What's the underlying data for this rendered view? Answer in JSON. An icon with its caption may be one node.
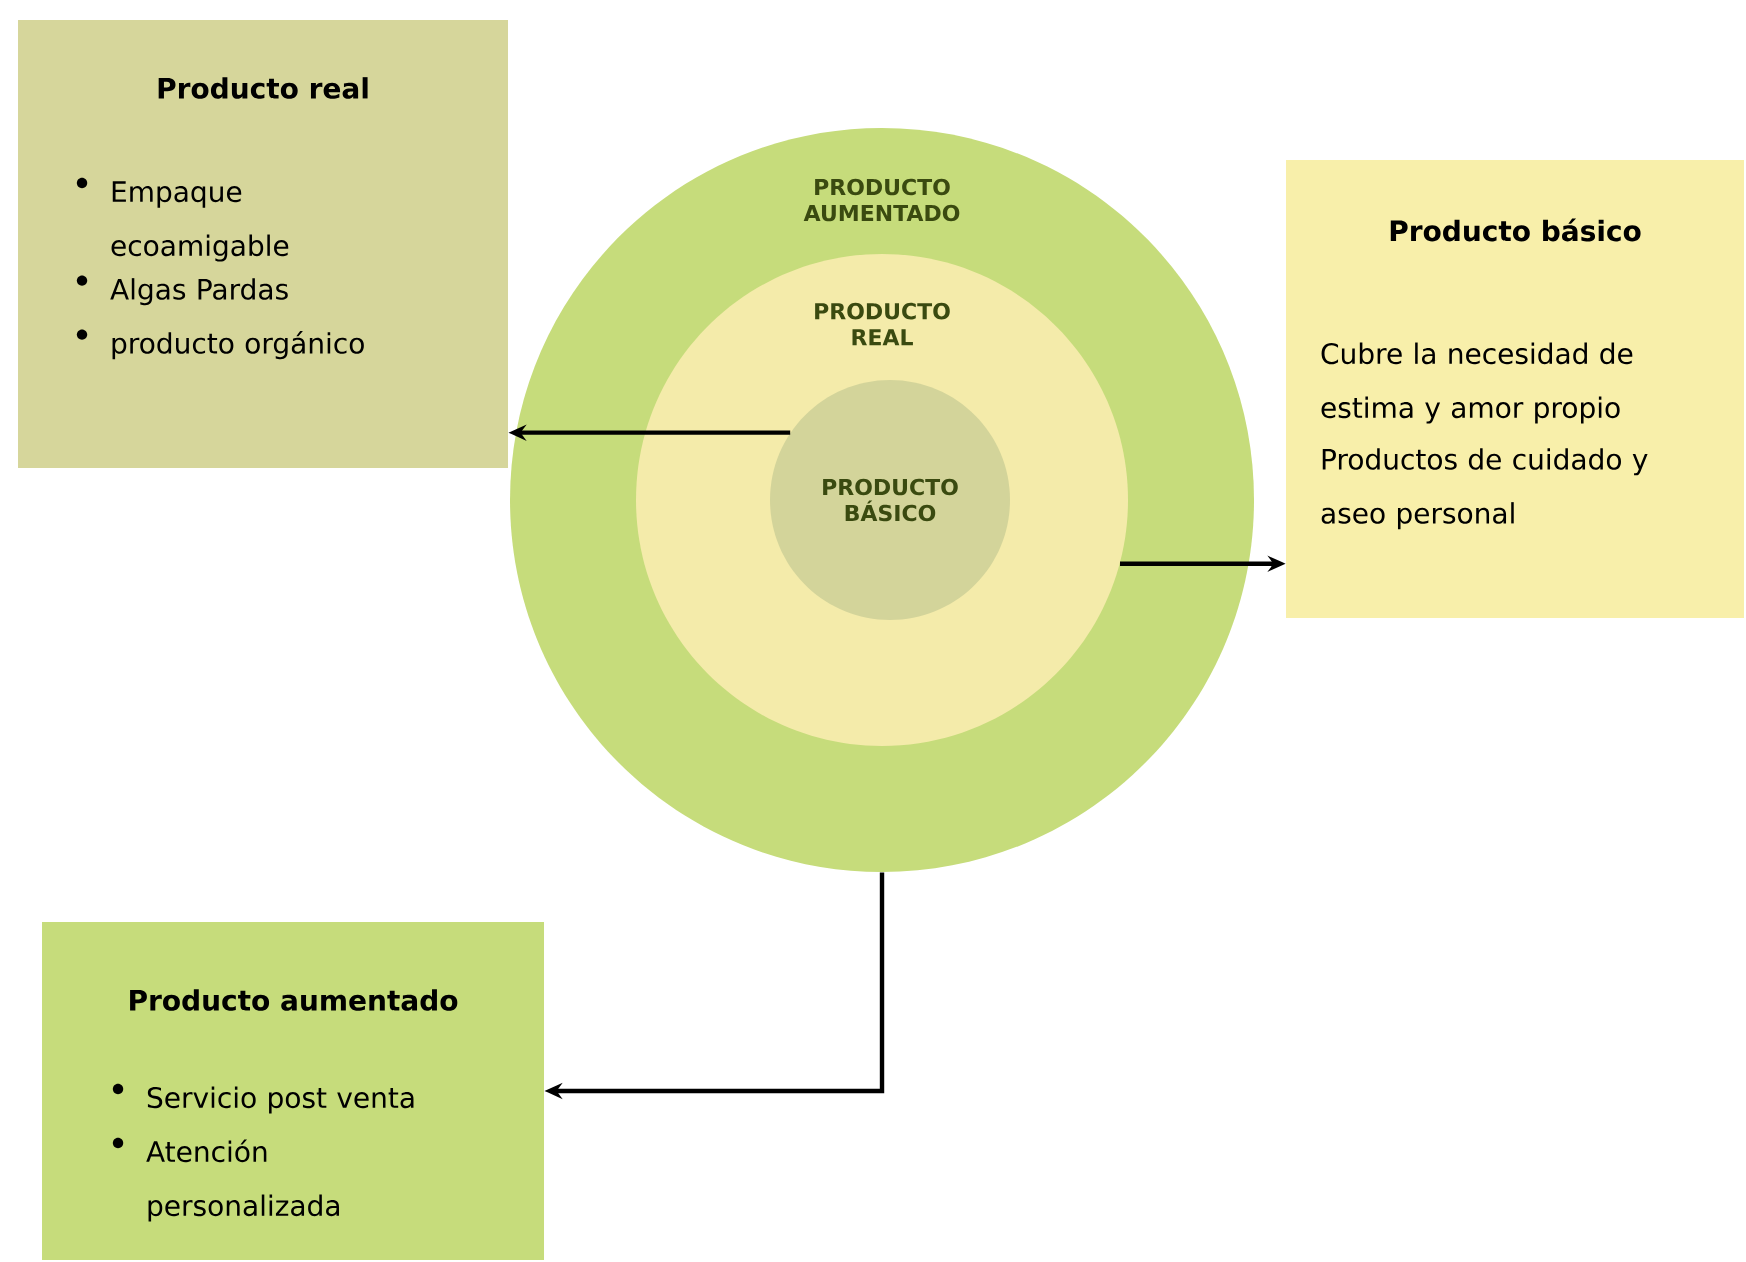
{
  "diagram": {
    "nodes": [
      {
        "text": [
          "Producto real",
          "Empaque ecoamigable",
          "Algas Pardas",
          "producto orgánico"
        ]
      },
      {
        "text": [
          "PRODUCTO AUMENTADO"
        ]
      },
      {
        "text": [
          "PRODUCTO REAL"
        ],
        "in": 1
      },
      {
        "text": [
          "PRODUCTO BÁSICO"
        ],
        "in": 2
      },
      {
        "text": [
          "Producto básico",
          "Cubre la necesidad de estima y amor propio",
          "Productos de cuidado y aseo personal"
        ]
      },
      {
        "text": [
          "Producto aumentado",
          "Servicio post venta",
          "Atención personalizada"
        ]
      }
    ],
    "edges": [
      {
        "from": 3,
        "to": 0,
        "arrow": "to"
      },
      {
        "from": 2,
        "to": 4,
        "arrow": "to"
      },
      {
        "from": 1,
        "to": 5,
        "arrow": "to"
      }
    ]
  }
}
